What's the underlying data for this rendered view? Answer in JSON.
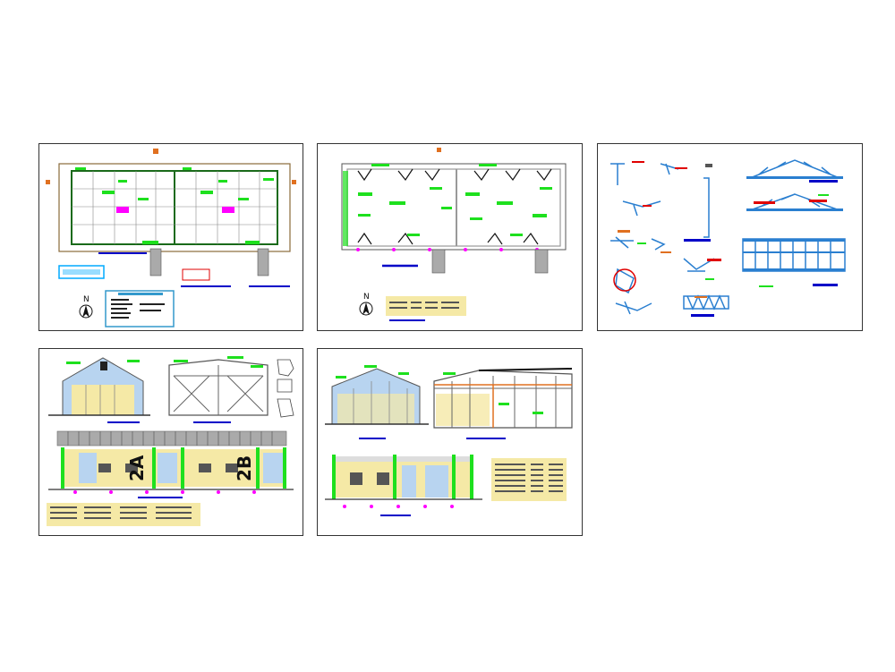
{
  "sheets": [
    {
      "id": "floor-plan"
    },
    {
      "id": "roof-plan"
    },
    {
      "id": "truss-details"
    },
    {
      "id": "elevations-a"
    },
    {
      "id": "elevations-b"
    }
  ],
  "labels": {
    "north_1": "N",
    "north_2": "N",
    "unit_2a": "2A",
    "unit_2b": "2B"
  },
  "colors": {
    "green": "#1ee01e",
    "magenta": "#ff00ff",
    "blue": "#0000c8",
    "cyan": "#00aaff",
    "yellow_fill": "#f5e9a6",
    "light_blue_fill": "#b8d4f0",
    "red": "#e00000",
    "orange": "#e07020",
    "gray": "#999999"
  }
}
